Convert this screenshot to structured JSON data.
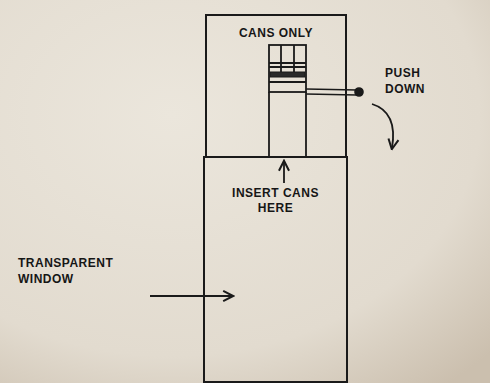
{
  "diagram": {
    "nodes": [
      {
        "text": [
          "CANS ONLY"
        ]
      },
      {
        "text": [
          "INSERT CANS HERE"
        ]
      }
    ],
    "labels": [
      "PUSH DOWN",
      "TRANSPARENT WINDOW"
    ]
  }
}
